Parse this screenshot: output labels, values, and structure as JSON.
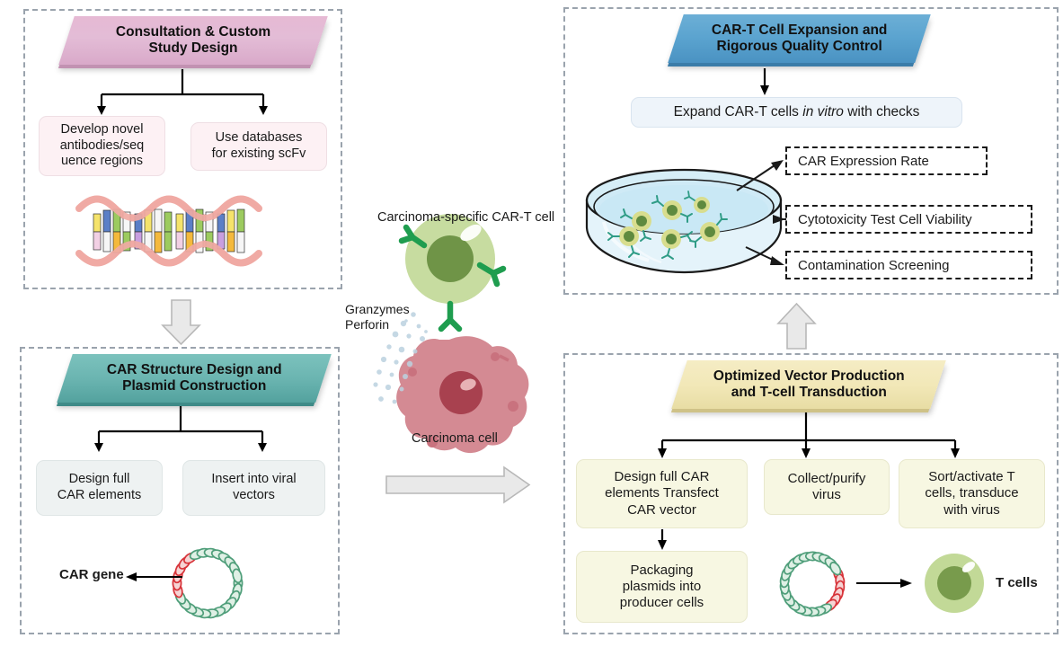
{
  "diagram": {
    "title": "CAR-T cell therapy custom development workflow",
    "colors": {
      "panel_border": "#9aa3ad",
      "banner_pink": "#e3bcd6",
      "banner_teal": "#6bb5b1",
      "banner_blue": "#5aa3cf",
      "banner_cream": "#f2e8b8",
      "arrow_black": "#000000",
      "arrow_grey": "#e8e8e8",
      "cart_cell_green": "#c3d99a",
      "cart_nucleus_green": "#6b8f47",
      "carcinoma_pink": "#d48a93",
      "carcinoma_nucleus": "#a8414f",
      "receptor_green": "#1f9d4f",
      "dish_blue": "#d6eef7",
      "plasmid_green": "#4f9e7a",
      "plasmid_red": "#d7343a",
      "dna_backbone": "#f0aaa4"
    }
  },
  "panels": {
    "consultation": {
      "banner": "Consultation & Custom Study Design",
      "banner_line1": "Consultation & Custom",
      "banner_line2": "Study Design",
      "boxes": [
        {
          "label": "Develop novel antibodies/sequence regions",
          "line1": "Develop novel",
          "line2": "antibodies/seq",
          "line3": "uence regions"
        },
        {
          "label": "Use databases for existing scFv",
          "line1": "Use databases",
          "line2": "for existing scFv"
        }
      ],
      "figure": "dna-double-helix"
    },
    "car_structure": {
      "banner": "CAR Structure Design and Plasmid Construction",
      "banner_line1": "CAR Structure Design and",
      "banner_line2": "Plasmid Construction",
      "boxes": [
        {
          "label": "Design full CAR elements",
          "line1": "Design full",
          "line2": "CAR elements"
        },
        {
          "label": "Insert into viral vectors",
          "line1": "Insert into viral",
          "line2": "vectors"
        }
      ],
      "figure": "plasmid-circle",
      "figure_label": "CAR gene"
    },
    "expansion_qc": {
      "banner": "CAR-T Cell Expansion and Rigorous Quality Control",
      "banner_line1": "CAR-T Cell Expansion and",
      "banner_line2": "Rigorous Quality Control",
      "main_box_pre": "Expand CAR-T cells ",
      "main_box_italic": "in vitro",
      "main_box_post": " with checks",
      "main_box_full": "Expand CAR-T cells in vitro with checks",
      "figure": "petri-dish",
      "checks": [
        "CAR Expression Rate",
        "Cytotoxicity Test Cell Viability",
        "Contamination Screening"
      ]
    },
    "vector_production": {
      "banner": "Optimized Vector Production and T-cell Transduction",
      "banner_line1": "Optimized Vector Production",
      "banner_line2": "and T-cell Transduction",
      "boxes": [
        {
          "label": "Design full CAR elements Transfect CAR vector",
          "line1": "Design full CAR",
          "line2": "elements Transfect",
          "line3": "CAR vector"
        },
        {
          "label": "Collect/purify virus",
          "line1": "Collect/purify",
          "line2": "virus"
        },
        {
          "label": "Sort/activate T cells, transduce with virus",
          "line1": "Sort/activate T",
          "line2": "cells, transduce",
          "line3": "with virus"
        },
        {
          "label": "Packaging plasmids into producer cells",
          "line1": "Packaging",
          "line2": "plasmids into",
          "line3": "producer cells"
        }
      ],
      "figure_plasmid": "plasmid-circle",
      "figure_cell": "t-cell",
      "cell_label": "T cells"
    }
  },
  "center_figure": {
    "top_label": "Carcinoma-specific CAR-T cell",
    "bottom_label": "Carcinoma  cell",
    "secretion_line1": "Granzymes",
    "secretion_line2": "Perforin"
  },
  "flow_arrows": {
    "consultation_to_car_structure": "down-arrow-grey",
    "center_to_vector_production": "right-arrow-grey",
    "vector_production_to_expansion": "up-arrow-grey"
  }
}
